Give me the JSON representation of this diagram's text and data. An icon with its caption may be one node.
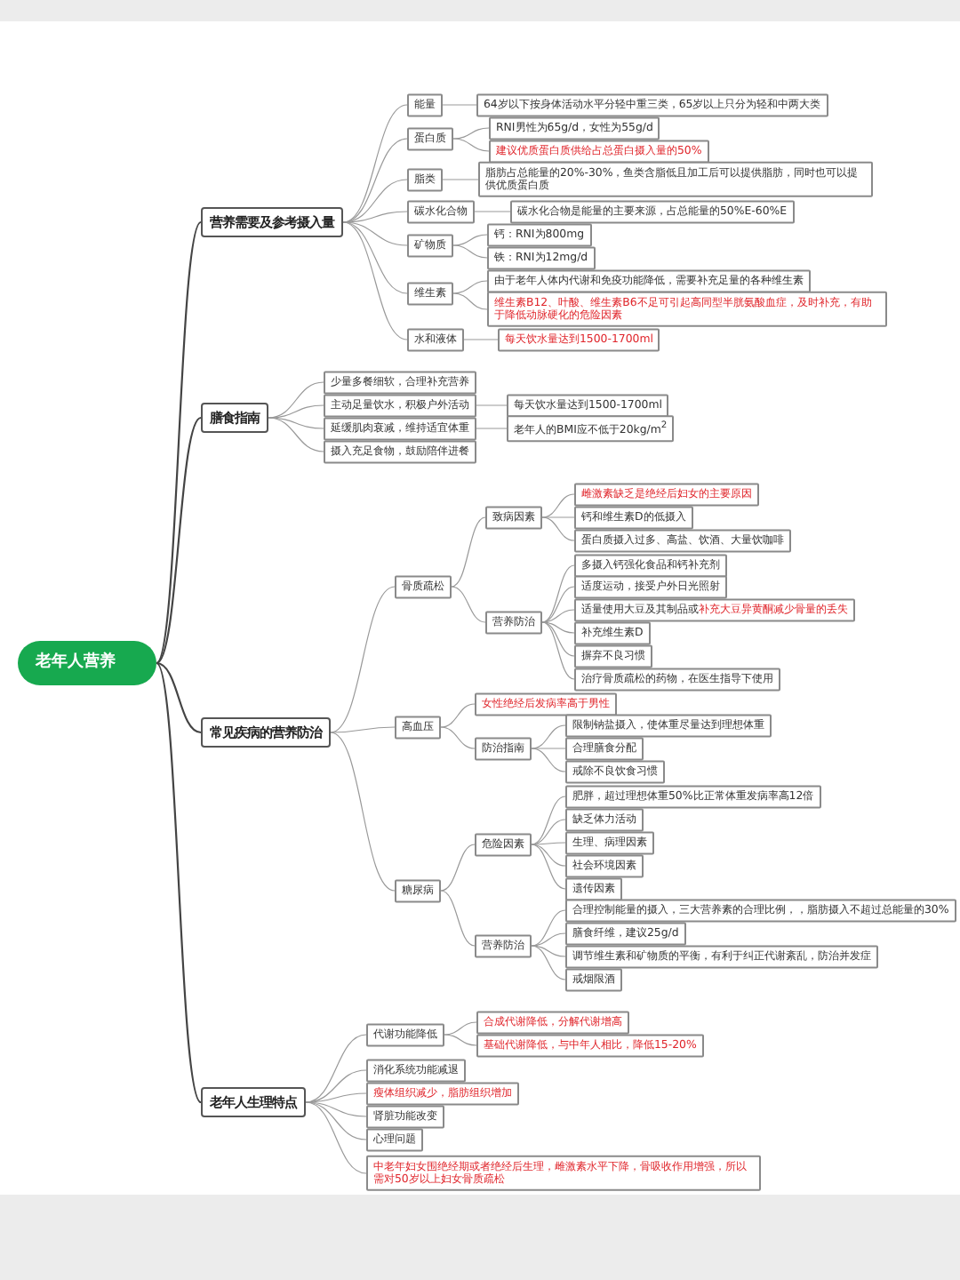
{
  "diagram": {
    "nodes": [
      {
        "text": [
          "老年人营养"
        ]
      },
      {
        "text": [
          "营养需要及参考摄入量"
        ]
      },
      {
        "text": [
          "能量"
        ]
      },
      {
        "text": [
          "64岁以下按身体活动水平分轻中重三类，65岁以上只分为轻和中两大类"
        ]
      },
      {
        "text": [
          "蛋白质"
        ]
      },
      {
        "text": [
          "RNI男性为65g/d，女性为55g/d"
        ]
      },
      {
        "text": [
          "建议优质蛋白质供给占总蛋白摄入量的50%"
        ]
      },
      {
        "text": [
          "脂类"
        ]
      },
      {
        "text": [
          "脂肪占总能量的20%-30%，鱼类含脂低且加工后可以提供脂肪，同时也可以提供优质蛋白质"
        ]
      },
      {
        "text": [
          "碳水化合物"
        ]
      },
      {
        "text": [
          "碳水化合物是能量的主要来源，占总能量的50%E-60%E"
        ]
      },
      {
        "text": [
          "矿物质"
        ]
      },
      {
        "text": [
          "钙：RNI为800mg"
        ]
      },
      {
        "text": [
          "铁：RNI为12mg/d"
        ]
      },
      {
        "text": [
          "维生素"
        ]
      },
      {
        "text": [
          "由于老年人体内代谢和免疫功能降低，需要补充足量的各种维生素"
        ]
      },
      {
        "text": [
          "维生素B12、叶酸、维生素B6不足可引起高同型半胱氨酸血症，及时补充，有助于降低动脉硬化的危险因素"
        ]
      },
      {
        "text": [
          "水和液体"
        ]
      },
      {
        "text": [
          "每天饮水量达到1500-1700ml"
        ]
      },
      {
        "text": [
          "膳食指南"
        ]
      },
      {
        "text": [
          "少量多餐细软，合理补充营养"
        ]
      },
      {
        "text": [
          "主动足量饮水，积极户外活动"
        ]
      },
      {
        "text": [
          "每天饮水量达到1500-1700ml"
        ]
      },
      {
        "text": [
          "延缓肌肉衰减，维持适宜体重"
        ]
      },
      {
        "text": [
          "老年人的BMI应不低于20kg/m$^{2}$"
        ]
      },
      {
        "text": [
          "摄入充足食物，鼓励陪伴进餐"
        ]
      },
      {
        "text": [
          "常见疾病的营养防治"
        ]
      },
      {
        "text": [
          "骨质疏松"
        ]
      },
      {
        "text": [
          "致病因素"
        ]
      },
      {
        "text": [
          "雌激素缺乏是绝经后妇女的主要原因"
        ]
      },
      {
        "text": [
          "钙和维生素D的低摄入"
        ]
      },
      {
        "text": [
          "蛋白质摄入过多、高盐、饮酒、大量饮咖啡"
        ]
      },
      {
        "text": [
          "营养防治"
        ]
      },
      {
        "text": [
          "多摄入钙强化食品和钙补充剂"
        ]
      },
      {
        "text": [
          "适度运动，接受户外日光照射"
        ]
      },
      {
        "text": [
          "适量使用大豆及其制品或",
          "补充大豆异黄酮减少骨量的丢失"
        ]
      },
      {
        "text": [
          "补充维生素D"
        ]
      },
      {
        "text": [
          "摒弃不良习惯"
        ]
      },
      {
        "text": [
          "治疗骨质疏松的药物，在医生指导下使用"
        ]
      },
      {
        "text": [
          "高血压"
        ]
      },
      {
        "text": [
          "女性绝经后发病率高于男性"
        ]
      },
      {
        "text": [
          "防治指南"
        ]
      },
      {
        "text": [
          "限制钠盐摄入，使体重尽量达到理想体重"
        ]
      },
      {
        "text": [
          "合理膳食分配"
        ]
      },
      {
        "text": [
          "戒除不良饮食习惯"
        ]
      },
      {
        "text": [
          "糖尿病"
        ]
      },
      {
        "text": [
          "危险因素"
        ]
      },
      {
        "text": [
          "肥胖，超过理想体重50%比正常体重发病率高12倍"
        ]
      },
      {
        "text": [
          "缺乏体力活动"
        ]
      },
      {
        "text": [
          "生理、病理因素"
        ]
      },
      {
        "text": [
          "社会环境因素"
        ]
      },
      {
        "text": [
          "遗传因素"
        ]
      },
      {
        "text": [
          "营养防治"
        ]
      },
      {
        "text": [
          "合理控制能量的摄入，三大营养素的合理比例，，脂肪摄入不超过总能量的30%"
        ]
      },
      {
        "text": [
          "膳食纤维，建议25g/d"
        ]
      },
      {
        "text": [
          "调节维生素和矿物质的平衡，有利于纠正代谢紊乱，防治并发症"
        ]
      },
      {
        "text": [
          "戒烟限酒"
        ]
      },
      {
        "text": [
          "老年人生理特点"
        ]
      },
      {
        "text": [
          "代谢功能降低"
        ]
      },
      {
        "text": [
          "合成代谢降低，分解代谢增高"
        ]
      },
      {
        "text": [
          "基础代谢降低，与中年人相比，降低15-20%"
        ]
      },
      {
        "text": [
          "消化系统功能减退"
        ]
      },
      {
        "text": [
          "瘦体组织减少，脂肪组织增加"
        ]
      },
      {
        "text": [
          "肾脏功能改变"
        ]
      },
      {
        "text": [
          "心理问题"
        ]
      },
      {
        "text": [
          "中老年妇女围绝经期或者绝经后生理，雌激素水平下降，骨吸收作用增强，所以需对50岁以上妇女骨质疏松"
        ]
      }
    ],
    "edges": [
      {
        "from": 0,
        "to": 1,
        "arrow": "none"
      },
      {
        "from": 0,
        "to": 19,
        "arrow": "none"
      },
      {
        "from": 0,
        "to": 26,
        "arrow": "none"
      },
      {
        "from": 0,
        "to": 57,
        "arrow": "none"
      },
      {
        "from": 1,
        "to": 2,
        "arrow": "none"
      },
      {
        "from": 1,
        "to": 4,
        "arrow": "none"
      },
      {
        "from": 1,
        "to": 7,
        "arrow": "none"
      },
      {
        "from": 1,
        "to": 9,
        "arrow": "none"
      },
      {
        "from": 1,
        "to": 11,
        "arrow": "none"
      },
      {
        "from": 1,
        "to": 14,
        "arrow": "none"
      },
      {
        "from": 1,
        "to": 17,
        "arrow": "none"
      },
      {
        "from": 2,
        "to": 3,
        "arrow": "none"
      },
      {
        "from": 4,
        "to": 5,
        "arrow": "none"
      },
      {
        "from": 4,
        "to": 6,
        "arrow": "none"
      },
      {
        "from": 7,
        "to": 8,
        "arrow": "none"
      },
      {
        "from": 9,
        "to": 10,
        "arrow": "none"
      },
      {
        "from": 11,
        "to": 12,
        "arrow": "none"
      },
      {
        "from": 11,
        "to": 13,
        "arrow": "none"
      },
      {
        "from": 14,
        "to": 15,
        "arrow": "none"
      },
      {
        "from": 14,
        "to": 16,
        "arrow": "none"
      },
      {
        "from": 17,
        "to": 18,
        "arrow": "none"
      },
      {
        "from": 19,
        "to": 20,
        "arrow": "none"
      },
      {
        "from": 19,
        "to": 21,
        "arrow": "none"
      },
      {
        "from": 19,
        "to": 23,
        "arrow": "none"
      },
      {
        "from": 19,
        "to": 25,
        "arrow": "none"
      },
      {
        "from": 21,
        "to": 22,
        "arrow": "none"
      },
      {
        "from": 23,
        "to": 24,
        "arrow": "none"
      },
      {
        "from": 26,
        "to": 27,
        "arrow": "none"
      },
      {
        "from": 26,
        "to": 39,
        "arrow": "none"
      },
      {
        "from": 26,
        "to": 45,
        "arrow": "none"
      },
      {
        "from": 27,
        "to": 28,
        "arrow": "none"
      },
      {
        "from": 27,
        "to": 32,
        "arrow": "none"
      },
      {
        "from": 28,
        "to": 29,
        "arrow": "none"
      },
      {
        "from": 28,
        "to": 30,
        "arrow": "none"
      },
      {
        "from": 28,
        "to": 31,
        "arrow": "none"
      },
      {
        "from": 32,
        "to": 33,
        "arrow": "none"
      },
      {
        "from": 32,
        "to": 34,
        "arrow": "none"
      },
      {
        "from": 32,
        "to": 35,
        "arrow": "none"
      },
      {
        "from": 32,
        "to": 36,
        "arrow": "none"
      },
      {
        "from": 32,
        "to": 37,
        "arrow": "none"
      },
      {
        "from": 32,
        "to": 38,
        "arrow": "none"
      },
      {
        "from": 39,
        "to": 40,
        "arrow": "none"
      },
      {
        "from": 39,
        "to": 41,
        "arrow": "none"
      },
      {
        "from": 41,
        "to": 42,
        "arrow": "none"
      },
      {
        "from": 41,
        "to": 43,
        "arrow": "none"
      },
      {
        "from": 41,
        "to": 44,
        "arrow": "none"
      },
      {
        "from": 45,
        "to": 46,
        "arrow": "none"
      },
      {
        "from": 45,
        "to": 52,
        "arrow": "none"
      },
      {
        "from": 46,
        "to": 47,
        "arrow": "none"
      },
      {
        "from": 46,
        "to": 48,
        "arrow": "none"
      },
      {
        "from": 46,
        "to": 49,
        "arrow": "none"
      },
      {
        "from": 46,
        "to": 50,
        "arrow": "none"
      },
      {
        "from": 46,
        "to": 51,
        "arrow": "none"
      },
      {
        "from": 52,
        "to": 53,
        "arrow": "none"
      },
      {
        "from": 52,
        "to": 54,
        "arrow": "none"
      },
      {
        "from": 52,
        "to": 55,
        "arrow": "none"
      },
      {
        "from": 52,
        "to": 56,
        "arrow": "none"
      },
      {
        "from": 57,
        "to": 58,
        "arrow": "none"
      },
      {
        "from": 57,
        "to": 61,
        "arrow": "none"
      },
      {
        "from": 57,
        "to": 62,
        "arrow": "none"
      },
      {
        "from": 57,
        "to": 63,
        "arrow": "none"
      },
      {
        "from": 57,
        "to": 64,
        "arrow": "none"
      },
      {
        "from": 57,
        "to": 65,
        "arrow": "none"
      },
      {
        "from": 58,
        "to": 59,
        "arrow": "none"
      },
      {
        "from": 58,
        "to": 60,
        "arrow": "none"
      }
    ]
  }
}
